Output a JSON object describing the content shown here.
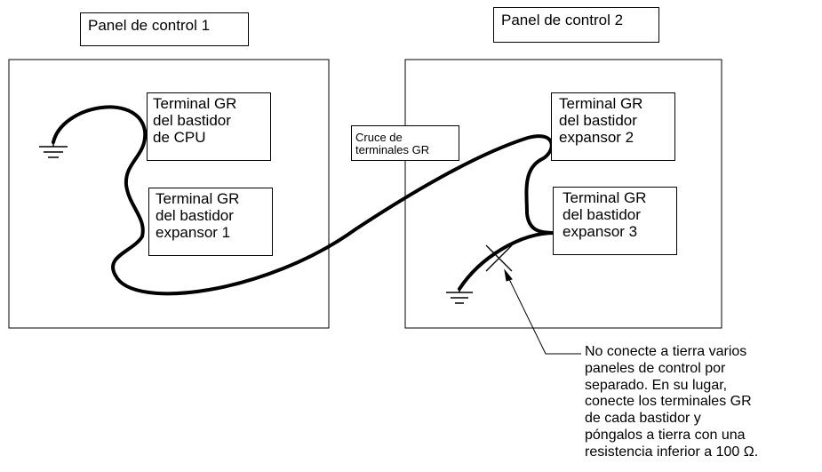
{
  "panels": {
    "panel1_title": "Panel de control 1",
    "panel2_title": "Panel de control 2"
  },
  "terminals": {
    "cpu": "Terminal GR\ndel bastidor\nde CPU",
    "expansor1": "Terminal GR\ndel bastidor\nexpansor 1",
    "expansor2": "Terminal GR\ndel bastidor\nexpansor 2",
    "expansor3": "Terminal GR\ndel bastidor\nexpansor 3"
  },
  "crossing_label": "Cruce de\nterminales GR",
  "note": "No conecte a tierra varios\npaneles de control por\nseparado. En su lugar,\nconecte los terminales GR\nde cada bastidor y\npóngalos a tierra con una\nresistencia inferior a 100 Ω.",
  "colors": {
    "line": "#000000",
    "background": "#ffffff"
  }
}
